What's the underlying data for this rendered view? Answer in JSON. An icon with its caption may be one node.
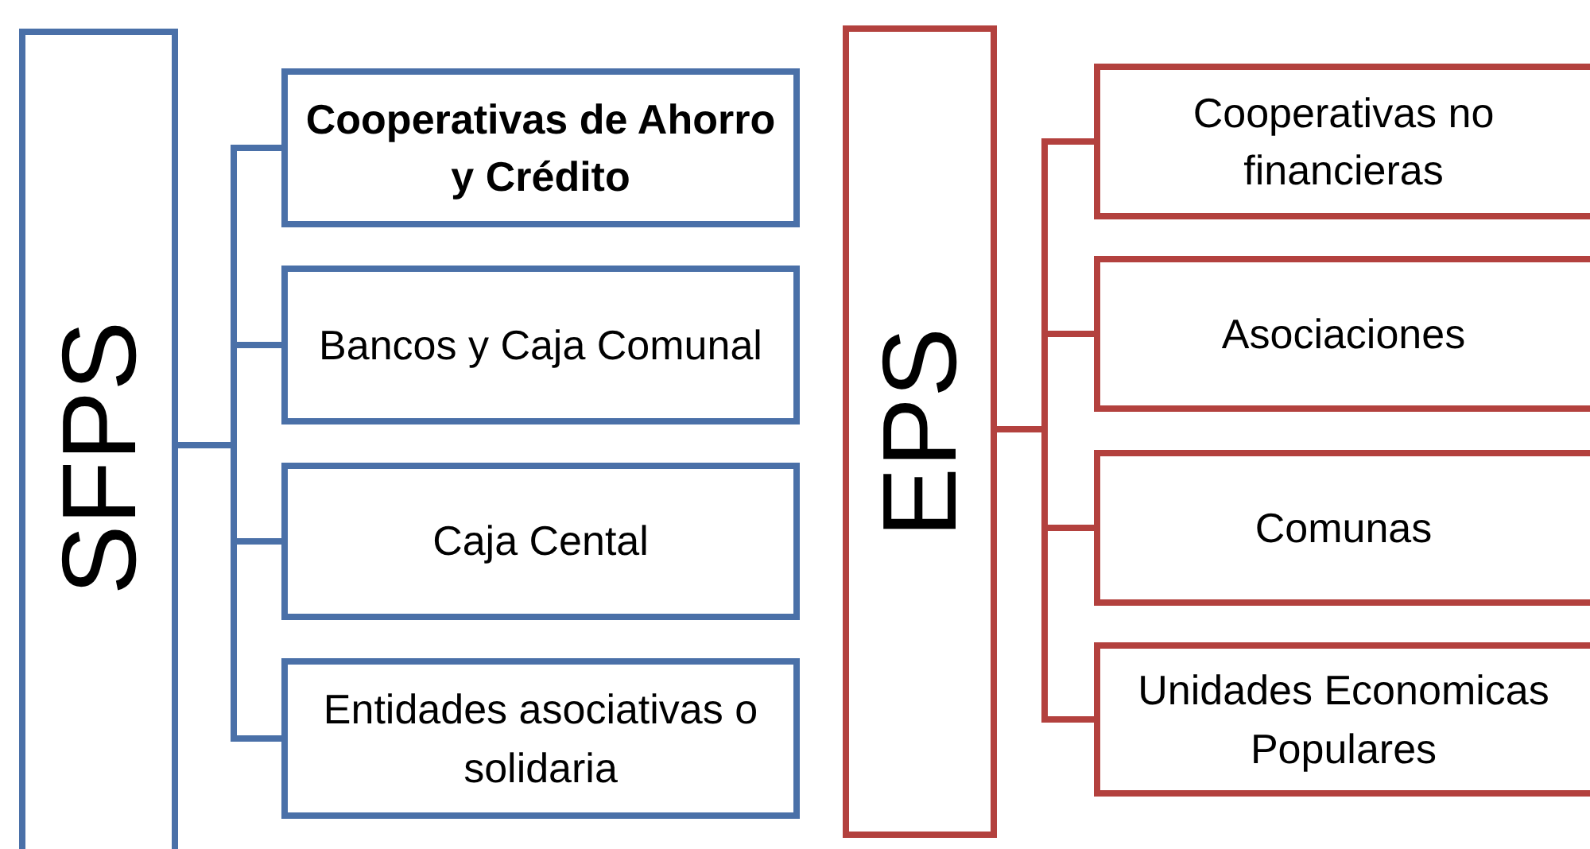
{
  "diagram": {
    "nodes": [
      {
        "text": [
          "SFPS"
        ]
      },
      {
        "text": [
          "Cooperativas de Ahorro y Crédito"
        ]
      },
      {
        "text": [
          "Bancos y Caja Comunal"
        ]
      },
      {
        "text": [
          "Caja Cental"
        ]
      },
      {
        "text": [
          "Entidades asociativas o solidaria"
        ]
      },
      {
        "text": [
          "EPS"
        ]
      },
      {
        "text": [
          "Cooperativas no financieras"
        ]
      },
      {
        "text": [
          "Asociaciones"
        ]
      },
      {
        "text": [
          "Comunas"
        ]
      },
      {
        "text": [
          "Unidades Economicas Populares"
        ]
      }
    ],
    "edges": [
      {
        "from": 0,
        "to": 1,
        "arrow": "none"
      },
      {
        "from": 0,
        "to": 2,
        "arrow": "none"
      },
      {
        "from": 0,
        "to": 3,
        "arrow": "none"
      },
      {
        "from": 0,
        "to": 4,
        "arrow": "none"
      },
      {
        "from": 5,
        "to": 6,
        "arrow": "none",
        "color": "#b3413e"
      },
      {
        "from": 5,
        "to": 7,
        "arrow": "none",
        "color": "#b3413e"
      },
      {
        "from": 5,
        "to": 8,
        "arrow": "none",
        "color": "#b3413e"
      },
      {
        "from": 5,
        "to": 9,
        "arrow": "none",
        "color": "#b3413e"
      }
    ]
  }
}
